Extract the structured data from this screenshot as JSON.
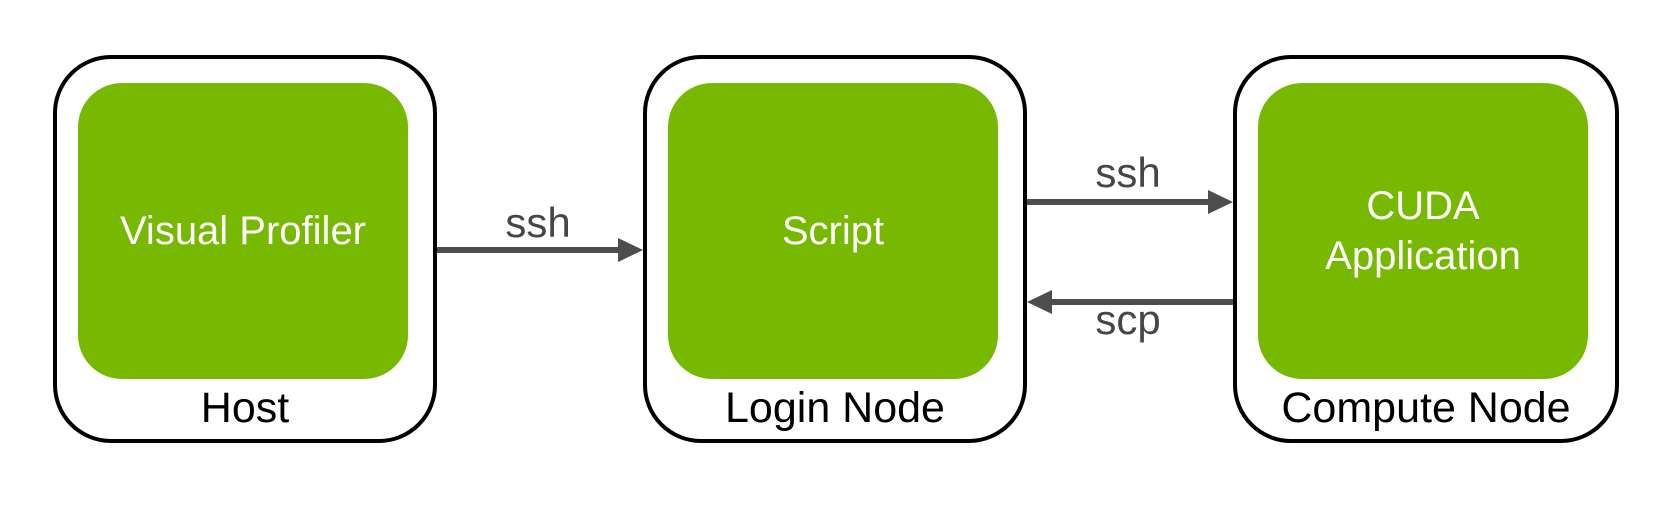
{
  "diagram": {
    "background": "#ffffff",
    "colors": {
      "node_fill": "#76B900",
      "node_border": "#000000",
      "arrow": "#4d4d4d",
      "arrow_label_text": "#464646",
      "node_title_text": "#ffffff",
      "node_label_text": "#000000"
    },
    "nodes": [
      {
        "title": "Visual Profiler",
        "label": "Host"
      },
      {
        "title": "Script",
        "label": "Login Node"
      },
      {
        "title": "CUDA Application",
        "label": "Compute Node"
      }
    ],
    "arrows": [
      {
        "label": "ssh",
        "from": "Host",
        "to": "Login Node",
        "direction": "right"
      },
      {
        "label": "ssh",
        "from": "Login Node",
        "to": "Compute Node",
        "direction": "right"
      },
      {
        "label": "scp",
        "from": "Compute Node",
        "to": "Login Node",
        "direction": "left"
      }
    ]
  }
}
